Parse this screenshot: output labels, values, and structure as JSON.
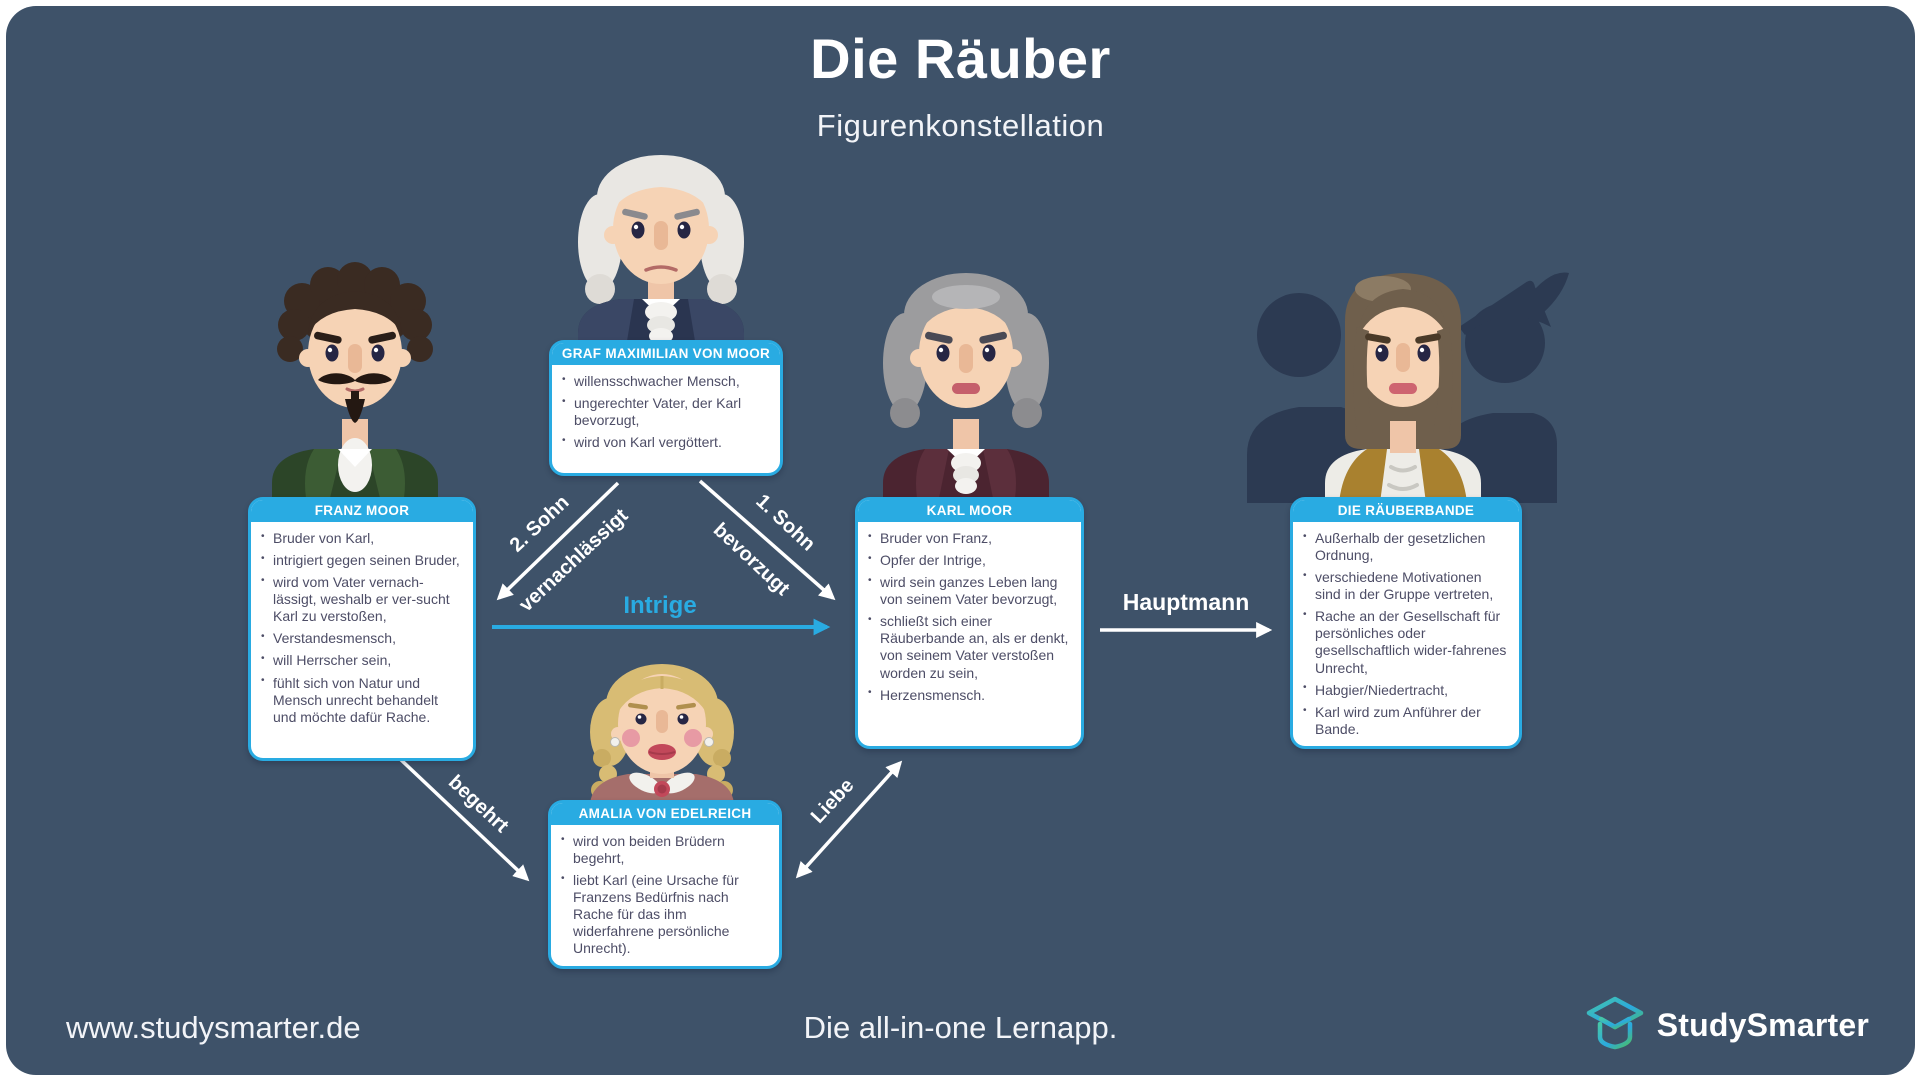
{
  "title": "Die Räuber",
  "subtitle": "Figurenkonstellation",
  "colors": {
    "background": "#3E5269",
    "accent": "#29ABE2",
    "card_text": "#4D4D66",
    "silhouette": "#2C3A52"
  },
  "cards": {
    "graf": {
      "name": "GRAF MAXIMILIAN VON MOOR",
      "traits": [
        "willensschwacher Mensch,",
        "ungerechter Vater, der Karl bevorzugt,",
        "wird von Karl vergöttert."
      ]
    },
    "franz": {
      "name": "FRANZ MOOR",
      "traits": [
        "Bruder von Karl,",
        "intrigiert gegen seinen Bruder,",
        "wird vom Vater vernach-lässigt, weshalb er ver-sucht Karl zu verstoßen,",
        "Verstandesmensch,",
        "will Herrscher sein,",
        "fühlt sich von Natur und Mensch unrecht behandelt und möchte dafür Rache."
      ]
    },
    "karl": {
      "name": "KARL MOOR",
      "traits": [
        "Bruder von Franz,",
        "Opfer der Intrige,",
        "wird sein ganzes Leben lang von seinem Vater bevorzugt,",
        "schließt sich einer Räuberbande an, als er denkt, von seinem Vater verstoßen worden zu sein,",
        "Herzensmensch."
      ]
    },
    "bande": {
      "name": "DIE RÄUBERBANDE",
      "traits": [
        "Außerhalb der gesetzlichen Ordnung,",
        "verschiedene Motivationen sind in der Gruppe vertreten,",
        "Rache an der Gesellschaft für persönliches oder gesellschaftlich wider-fahrenes Unrecht,",
        "Habgier/Niedertracht,",
        "Karl wird zum Anführer der Bande."
      ]
    },
    "amalia": {
      "name": "AMALIA VON EDELREICH",
      "traits": [
        "wird von beiden Brüdern begehrt,",
        "liebt Karl (eine Ursache für Franzens Bedürfnis nach Rache für das ihm widerfahrene persönliche Unrecht)."
      ]
    }
  },
  "relations": {
    "left_line1": "2. Sohn",
    "left_line2": "vernachlässigt",
    "right_line1": "1. Sohn",
    "right_line2": "bevorzugt",
    "intrige": "Intrige",
    "hauptmann": "Hauptmann",
    "begehrt": "begehrt",
    "liebe": "Liebe"
  },
  "footer": {
    "website": "www.studysmarter.de",
    "tagline": "Die all-in-one Lernapp.",
    "brand": "StudySmarter"
  }
}
